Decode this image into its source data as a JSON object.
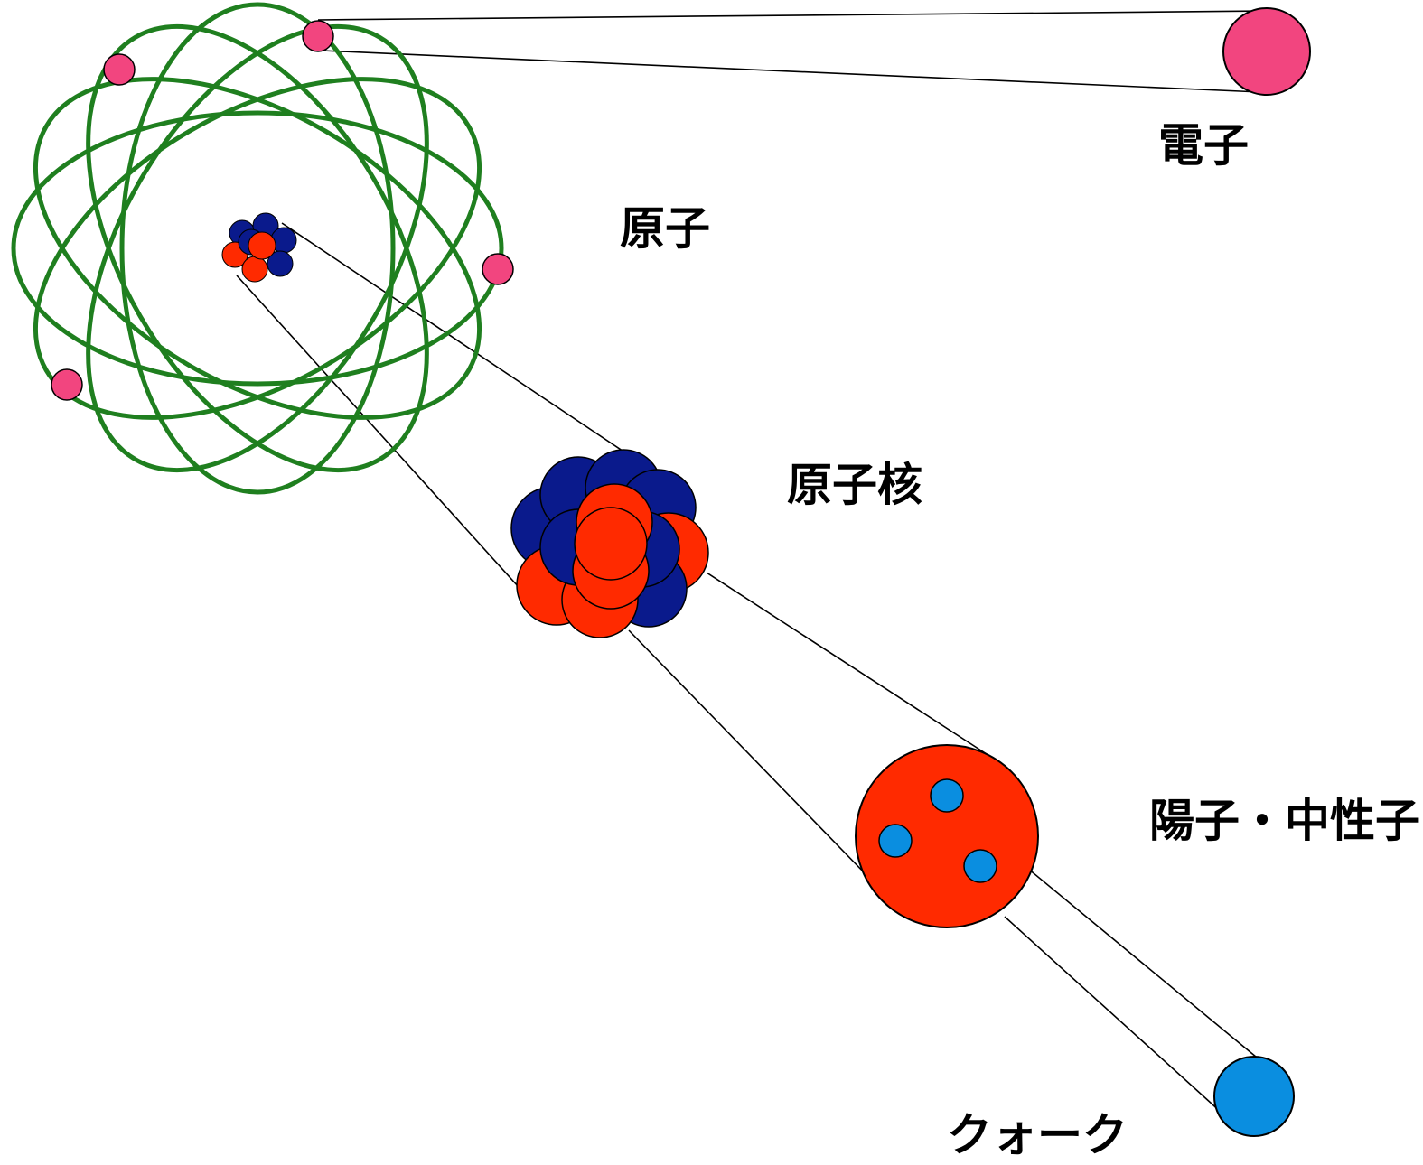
{
  "labels": {
    "electron": "電子",
    "atom": "原子",
    "nucleus": "原子核",
    "nucleon": "陽子・中性子",
    "quark": "クォーク"
  },
  "colors": {
    "orbit": "#1f7f1f",
    "electron": "#f2457f",
    "proton": "#ff2a00",
    "neutron": "#0a1a8c",
    "quark": "#0a8ee0",
    "connector": "#000000",
    "background": "#ffffff"
  }
}
